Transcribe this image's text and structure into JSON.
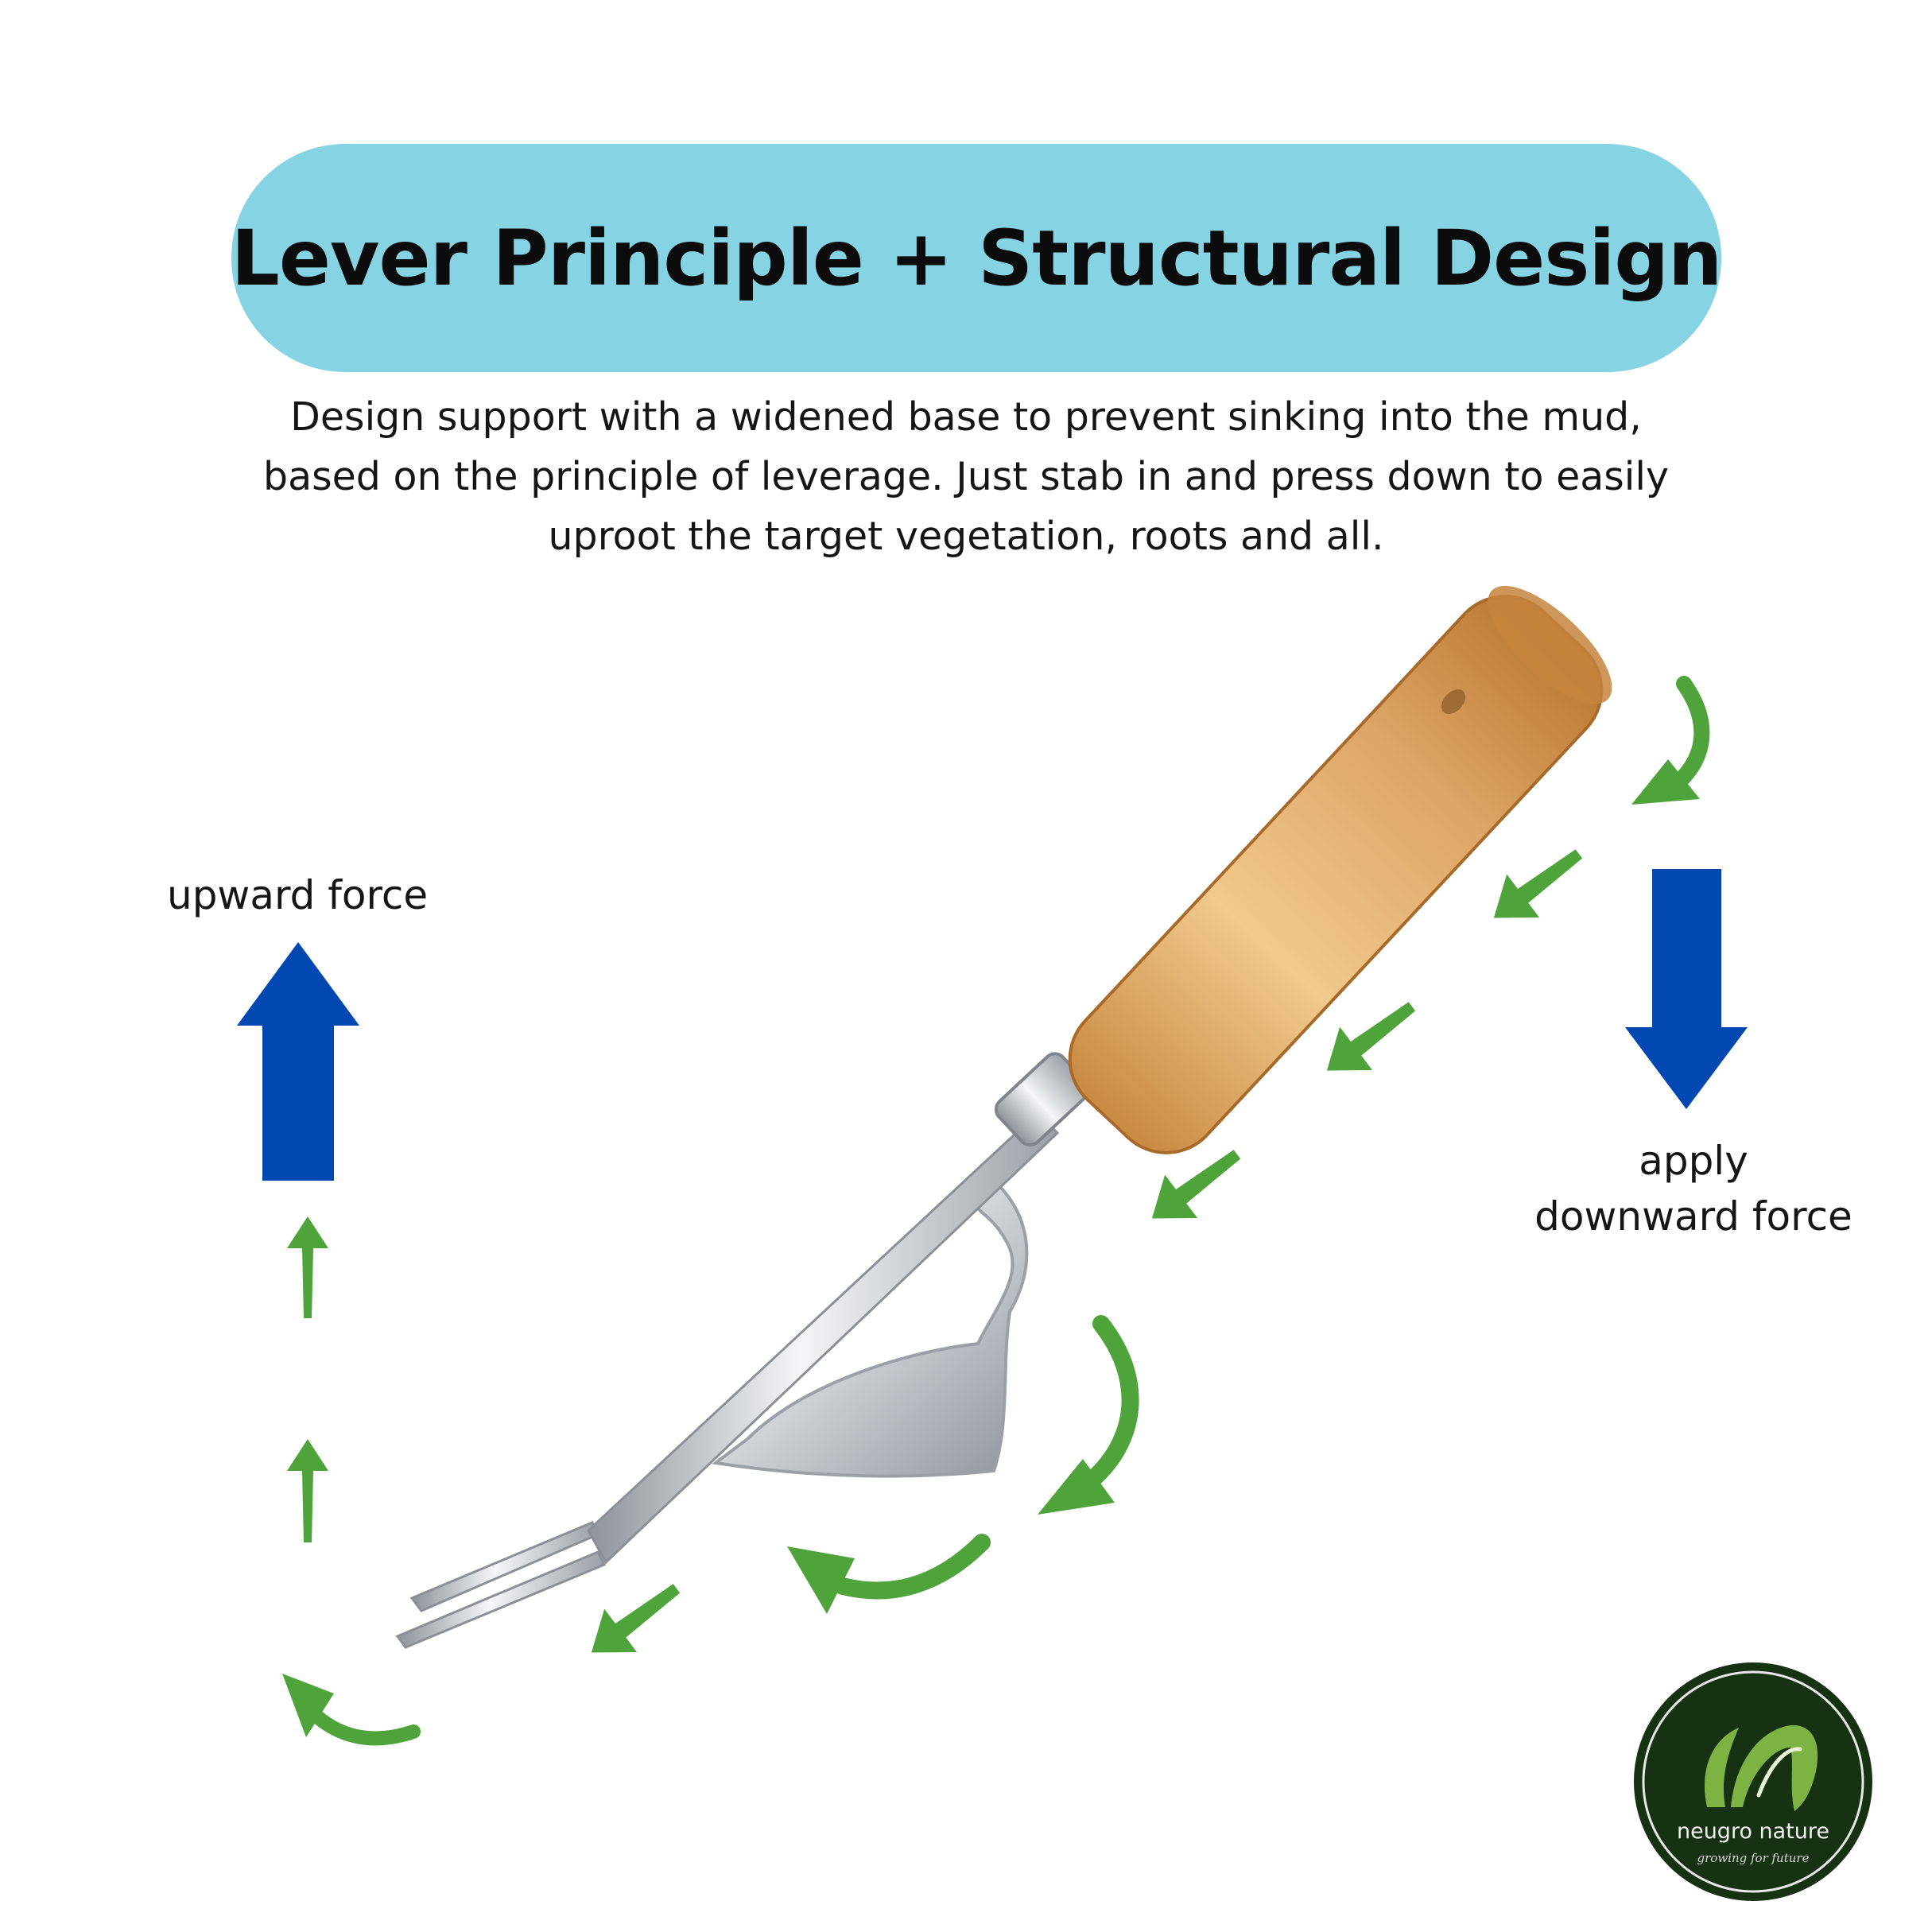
{
  "header": {
    "title": "Lever Principle + Structural Design"
  },
  "description": {
    "lines": [
      "Design support with a widened base to prevent sinking into the mud,",
      "based on the principle of leverage. Just stab in and press down to easily",
      "uproot the target vegetation, roots and all."
    ]
  },
  "labels": {
    "upward": "upward force",
    "downward_line1": "apply",
    "downward_line2": "downward force"
  },
  "logo": {
    "brand": "neugro nature",
    "tagline": "growing for future"
  },
  "colors": {
    "title_pill": "#86d3e3",
    "force_arrow_blue": "#0047b2",
    "motion_arrow_green": "#4ea33a",
    "handle_wood": "#d9a464",
    "steel": "#c9cdd2",
    "logo_bg": "#173113",
    "logo_mark": "#7cb342"
  },
  "icons": {
    "up_arrow": "blue-up-arrow-icon",
    "down_arrow": "blue-down-arrow-icon",
    "motion_arrows": "green-motion-arrow-icon",
    "logo_mark": "n-leaf-logo-icon"
  }
}
